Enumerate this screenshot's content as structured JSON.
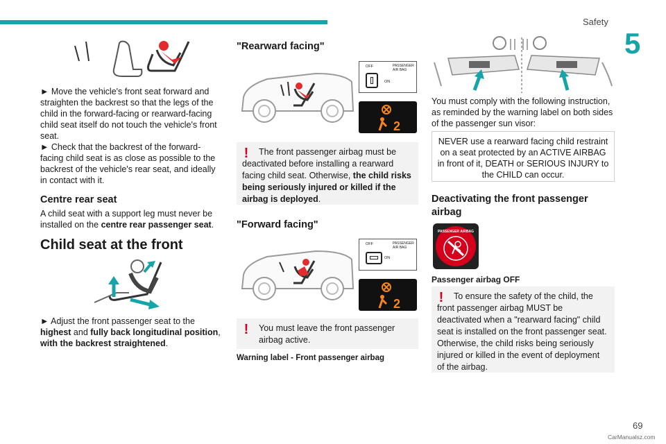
{
  "header": {
    "section": "Safety",
    "chapter": "5"
  },
  "col1": {
    "bullet1": "► Move the vehicle's front seat forward and straighten the backrest so that the legs of the child in the forward-facing or rearward-facing child seat itself do not touch the vehicle's front seat.",
    "bullet2": "► Check that the backrest of the forward-facing child seat is as close as possible to the backrest of the vehicle's rear seat, and ideally in contact with it.",
    "centre_heading": "Centre rear seat",
    "centre_text_pre": "A child seat with a support leg must never be installed on the ",
    "centre_text_bold": "centre rear passenger seat",
    "centre_text_post": ".",
    "front_heading": "Child seat at the front",
    "adjust_pre": "► Adjust the front passenger seat to the ",
    "adjust_b1": "highest",
    "adjust_mid1": " and ",
    "adjust_b2": "fully back longitudinal position",
    "adjust_mid2": ", ",
    "adjust_b3": "with the backrest straightened",
    "adjust_post": "."
  },
  "col2": {
    "rear_heading": "\"Rearward facing\"",
    "label_off": "OFF",
    "label_passenger": "PASSENGER",
    "label_airbag": "AIR BAG",
    "label_on": "ON",
    "warn1_pre": "The front passenger airbag must be deactivated before installing a rearward facing child seat. Otherwise, ",
    "warn1_bold": "the child risks being seriously injured or killed if the airbag is deployed",
    "warn1_post": ".",
    "forward_heading": "\"Forward facing\"",
    "warn2": "You must leave the front passenger airbag active.",
    "caption": "Warning label - Front passenger airbag"
  },
  "col3": {
    "comply": "You must comply with the following instruction, as reminded by the warning label on both sides of the passenger sun visor:",
    "notice": "NEVER use a rearward facing child restraint on a seat protected by an ACTIVE AIRBAG in front of it, DEATH or SERIOUS INJURY to the CHILD can occur.",
    "deact_heading": "Deactivating the front passenger airbag",
    "lamp_text": "PASSENGER AIRBAG",
    "off_label": "Passenger airbag OFF",
    "warn3": "To ensure the safety of the child, the front passenger airbag MUST be deactivated when a \"rearward facing\" child seat is installed on the front passenger seat. Otherwise, the child risks being seriously injured or killed in the event of deployment of the airbag."
  },
  "footer": {
    "page": "69",
    "watermark": "CarManualsz.com"
  },
  "colors": {
    "accent": "#17a4a8",
    "warning": "#d4001c",
    "lamp_orange": "#f5861f",
    "child_red": "#e32b2b"
  }
}
